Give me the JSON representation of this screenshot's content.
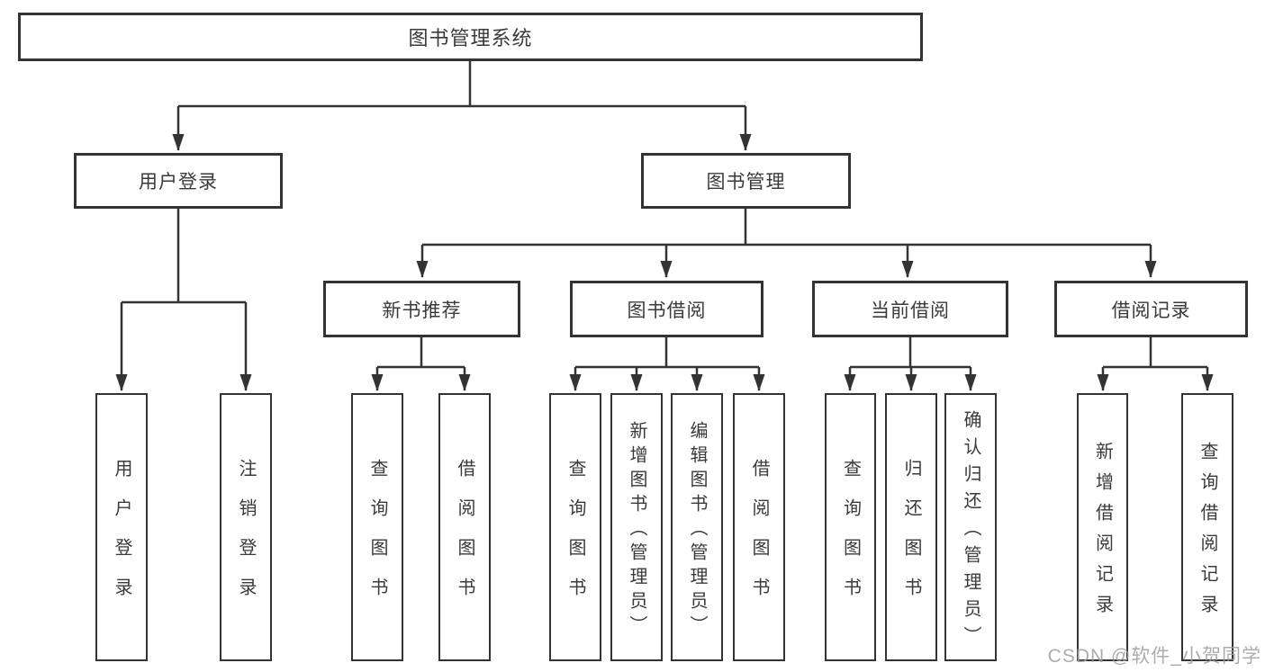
{
  "tree": {
    "label": "图书管理系统",
    "children": [
      {
        "label": "用户登录",
        "children": [
          {
            "label": "用户登录"
          },
          {
            "label": "注销登录"
          }
        ]
      },
      {
        "label": "图书管理",
        "children": [
          {
            "label": "新书推荐",
            "children": [
              {
                "label": "查询图书"
              },
              {
                "label": "借阅图书"
              }
            ]
          },
          {
            "label": "图书借阅",
            "children": [
              {
                "label": "查询图书"
              },
              {
                "label": "新增图书（管理员）"
              },
              {
                "label": "编辑图书（管理员）"
              },
              {
                "label": "借阅图书"
              }
            ]
          },
          {
            "label": "当前借阅",
            "children": [
              {
                "label": "查询图书"
              },
              {
                "label": "归还图书"
              },
              {
                "label": "确认归还（管理员）"
              }
            ]
          },
          {
            "label": "借阅记录",
            "children": [
              {
                "label": "新增借阅记录"
              },
              {
                "label": "查询借阅记录"
              }
            ]
          }
        ]
      }
    ]
  },
  "watermark": {
    "text": "CSDN @软件_小贺同学"
  },
  "colors": {
    "line": "#333333",
    "box_border": "#333333",
    "box_background": "#ffffff",
    "text": "#3a3a3a",
    "watermark": "#9e9e9e"
  }
}
